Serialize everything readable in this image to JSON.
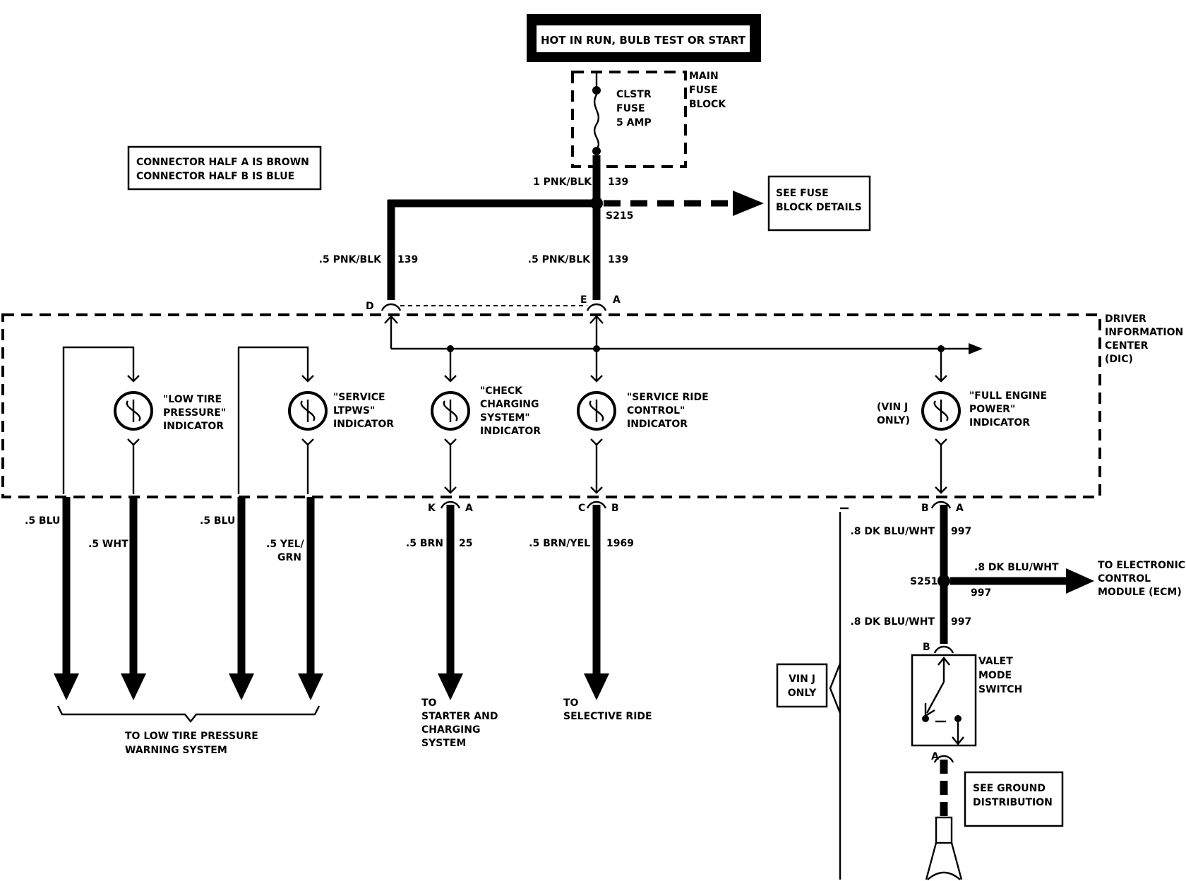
{
  "power": {
    "label": "HOT IN RUN, BULB TEST OR START"
  },
  "fuse_block": {
    "name_lines": [
      "MAIN",
      "FUSE",
      "BLOCK"
    ],
    "fuse_lines": [
      "CLSTR",
      "FUSE",
      "5 AMP"
    ]
  },
  "connector_note": {
    "lines": [
      "CONNECTOR HALF A IS BROWN",
      "CONNECTOR HALF B IS BLUE"
    ]
  },
  "fuse_details": {
    "lines": [
      "SEE FUSE",
      "BLOCK DETAILS"
    ]
  },
  "splice_s215": "S215",
  "splice_s251": "S251",
  "wires": {
    "w139_main": {
      "gauge": "1 PNK/BLK",
      "circuit": "139"
    },
    "w139_left": {
      "gauge": ".5 PNK/BLK",
      "circuit": "139"
    },
    "w139_mid": {
      "gauge": ".5 PNK/BLK",
      "circuit": "139"
    },
    "blu_1": {
      "gauge": ".5 BLU"
    },
    "wht": {
      "gauge": ".5 WHT"
    },
    "blu_2": {
      "gauge": ".5 BLU"
    },
    "yel_grn": {
      "lines": [
        ".5 YEL/",
        "GRN"
      ]
    },
    "brn": {
      "gauge": ".5 BRN",
      "circuit": "25"
    },
    "brn_yel": {
      "gauge": ".5 BRN/YEL",
      "circuit": "1969"
    },
    "dkblu_1": {
      "gauge": ".8 DK BLU/WHT",
      "circuit": "997"
    },
    "dkblu_ecm": {
      "gauge": ".8 DK BLU/WHT",
      "circuit": "997"
    },
    "dkblu_2": {
      "gauge": ".8 DK BLU/WHT",
      "circuit": "997"
    }
  },
  "pins": {
    "d": "D",
    "e": "E",
    "a_top": "A",
    "k": "K",
    "a_k": "A",
    "c": "C",
    "b_c": "B",
    "b_dic": "B",
    "a_dic": "A",
    "b_valet": "B",
    "a_valet": "A"
  },
  "dic": {
    "lines": [
      "DRIVER",
      "INFORMATION",
      "CENTER",
      "(DIC)"
    ]
  },
  "indicators": [
    {
      "lines": [
        "\"LOW TIRE",
        "PRESSURE\"",
        "INDICATOR"
      ]
    },
    {
      "lines": [
        "\"SERVICE",
        "LTPWS\"",
        "INDICATOR"
      ]
    },
    {
      "lines": [
        "\"CHECK",
        "CHARGING",
        "SYSTEM\"",
        "INDICATOR"
      ]
    },
    {
      "lines": [
        "\"SERVICE RIDE",
        "CONTROL\"",
        "INDICATOR"
      ]
    },
    {
      "lines": [
        "\"FULL ENGINE",
        "POWER\"",
        "INDICATOR"
      ]
    }
  ],
  "vin_j_only_small": [
    "(VIN J",
    "ONLY)"
  ],
  "destinations": {
    "low_tire": [
      "TO LOW TIRE PRESSURE",
      "WARNING SYSTEM"
    ],
    "starter": [
      "TO",
      "STARTER AND",
      "CHARGING",
      "SYSTEM"
    ],
    "selective": [
      "TO",
      "SELECTIVE RIDE"
    ],
    "ecm": [
      "TO ELECTRONIC",
      "CONTROL",
      "MODULE (ECM)"
    ]
  },
  "valet": {
    "lines": [
      "VALET",
      "MODE",
      "SWITCH"
    ]
  },
  "vin_j_box": [
    "VIN J",
    "ONLY"
  ],
  "ground": {
    "lines": [
      "SEE GROUND",
      "DISTRIBUTION"
    ]
  }
}
